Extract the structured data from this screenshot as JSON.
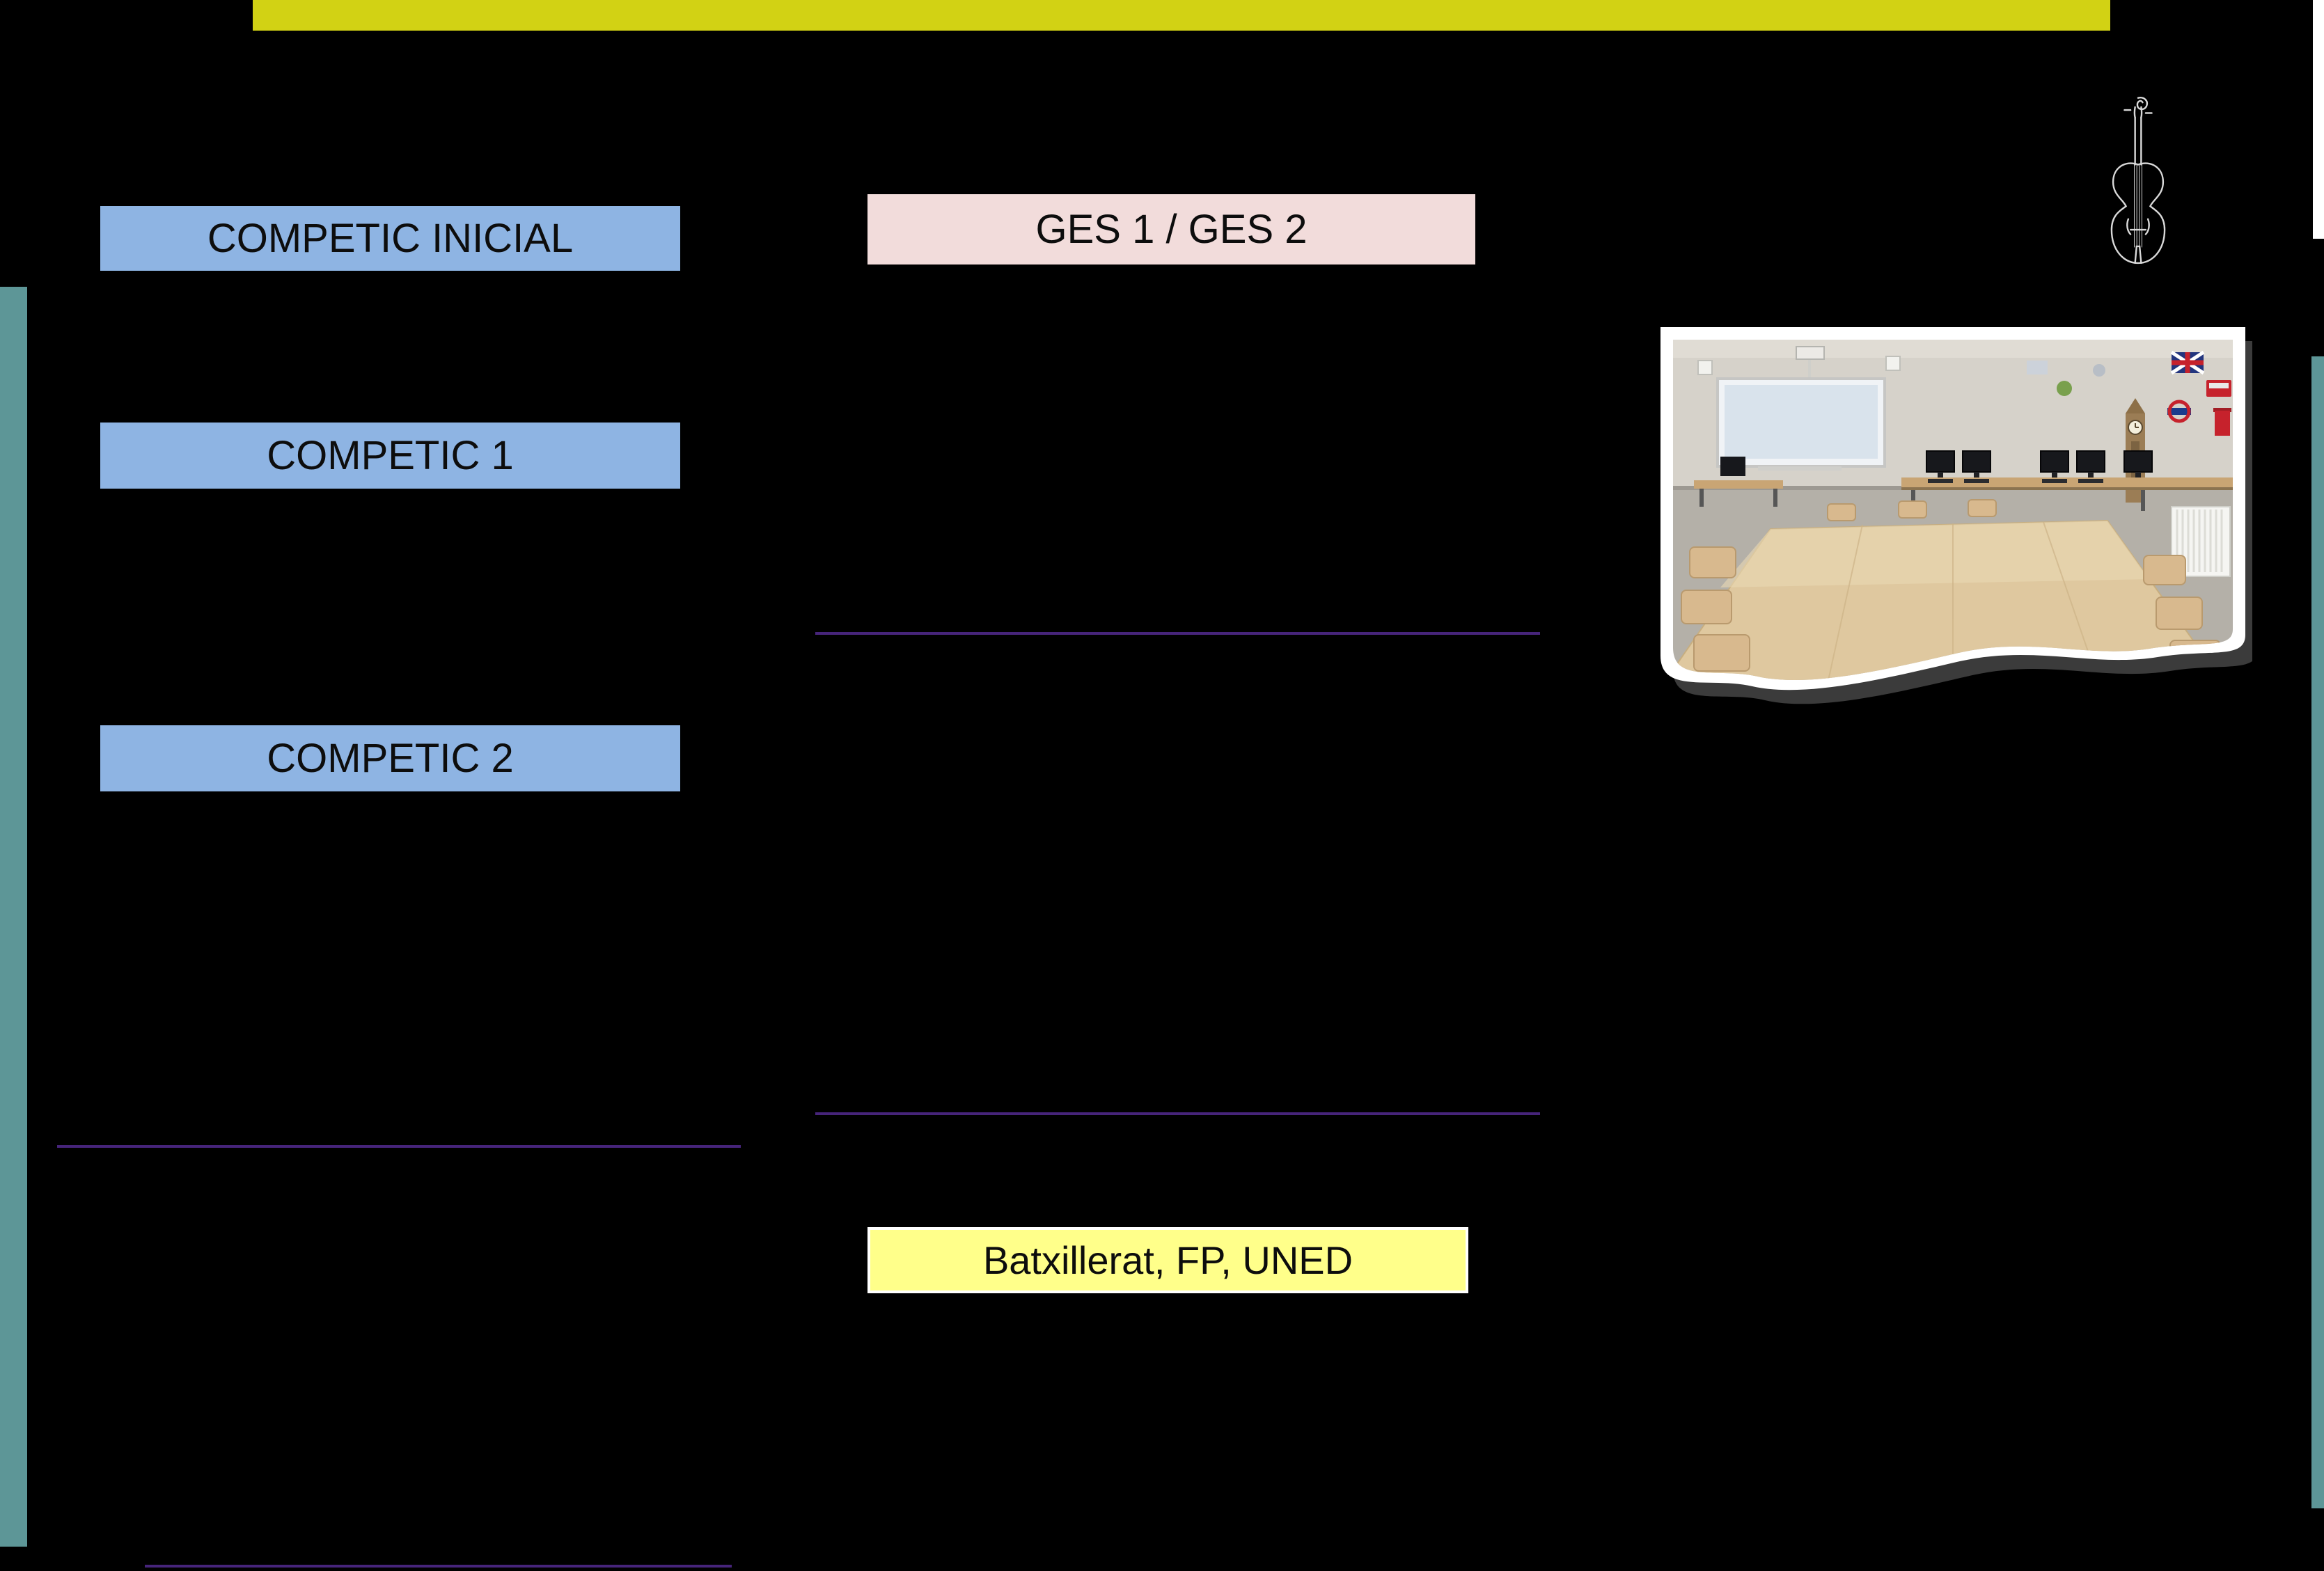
{
  "slide": {
    "background_color": "#000000",
    "top_bar_color": "#d2d214",
    "left_bar_color": "#5d9697",
    "right_bar_color": "#5d9697",
    "divider_color": "#46247a"
  },
  "levels": {
    "competic_inicial": {
      "label": "COMPETIC INICIAL",
      "color": "#8eb4e3"
    },
    "competic_1": {
      "label": "COMPETIC  1",
      "color": "#8eb4e3"
    },
    "competic_2": {
      "label": "COMPETIC  2",
      "color": "#8eb4e3"
    },
    "ges": {
      "label": "GES 1 / GES 2",
      "color": "#f2dcdb"
    },
    "batxillerat": {
      "label": "Batxillerat, FP, UNED",
      "color": "#ffff8a"
    }
  },
  "icons": {
    "violin": "violin-clipart-icon",
    "classroom_photo": "classroom-with-computers-photo"
  }
}
